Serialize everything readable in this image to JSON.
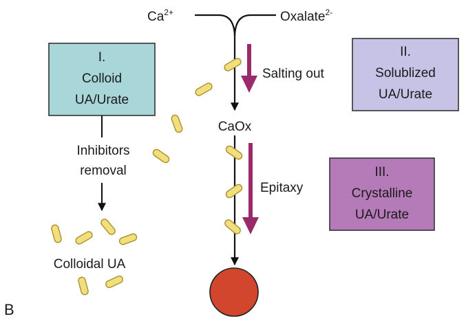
{
  "panel_letter": "B",
  "inputs": {
    "calcium": {
      "base": "Ca",
      "charge": "2+"
    },
    "oxalate": {
      "base": "Oxalate",
      "charge": "2-"
    }
  },
  "product_label": "CaOx",
  "process_labels": {
    "salting_out": "Salting out",
    "epitaxy": "Epitaxy",
    "inhibitors_line1": "Inhibitors",
    "inhibitors_line2": "removal"
  },
  "boxes": {
    "colloid": {
      "line1": "I.",
      "line2": "Colloid",
      "line3": "UA/Urate",
      "fill": "#a9d6d9"
    },
    "solublized": {
      "line1": "II.",
      "line2": "Solublized",
      "line3": "UA/Urate",
      "fill": "#c7c3e6"
    },
    "crystalline": {
      "line1": "III.",
      "line2": "Crystalline",
      "line3": "UA/Urate",
      "fill": "#b57ab8"
    }
  },
  "colloidal_label": "Colloidal UA",
  "colors": {
    "line": "#111111",
    "process_arrow": "#9a2a6a",
    "particle_fill": "#f2de7c",
    "particle_stroke": "#a8902d",
    "stone": "#d2462e",
    "box_stroke": "#333333"
  }
}
